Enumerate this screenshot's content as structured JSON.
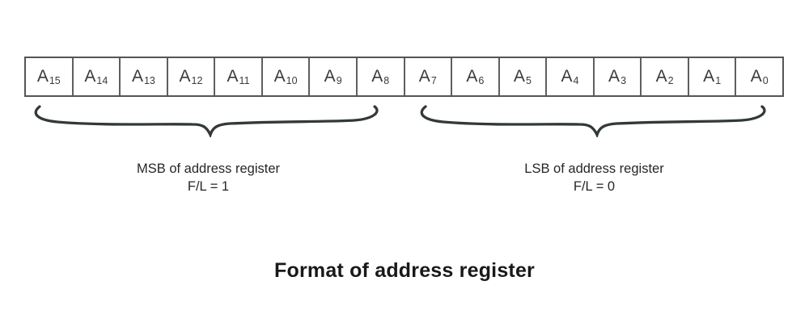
{
  "colors": {
    "border": "#555555",
    "brace": "#333a34",
    "bit_text": "#3a3a3a",
    "label_text": "#262626",
    "title_text": "#191919"
  },
  "register": {
    "letter": "A",
    "bits": [
      "15",
      "14",
      "13",
      "12",
      "11",
      "10",
      "9",
      "8",
      "7",
      "6",
      "5",
      "4",
      "3",
      "2",
      "1",
      "0"
    ]
  },
  "groups": {
    "msb": {
      "line1": "MSB of address register",
      "line2": "F/L = 1"
    },
    "lsb": {
      "line1": "LSB of address register",
      "line2": "F/L = 0"
    }
  },
  "title": "Format of address register"
}
